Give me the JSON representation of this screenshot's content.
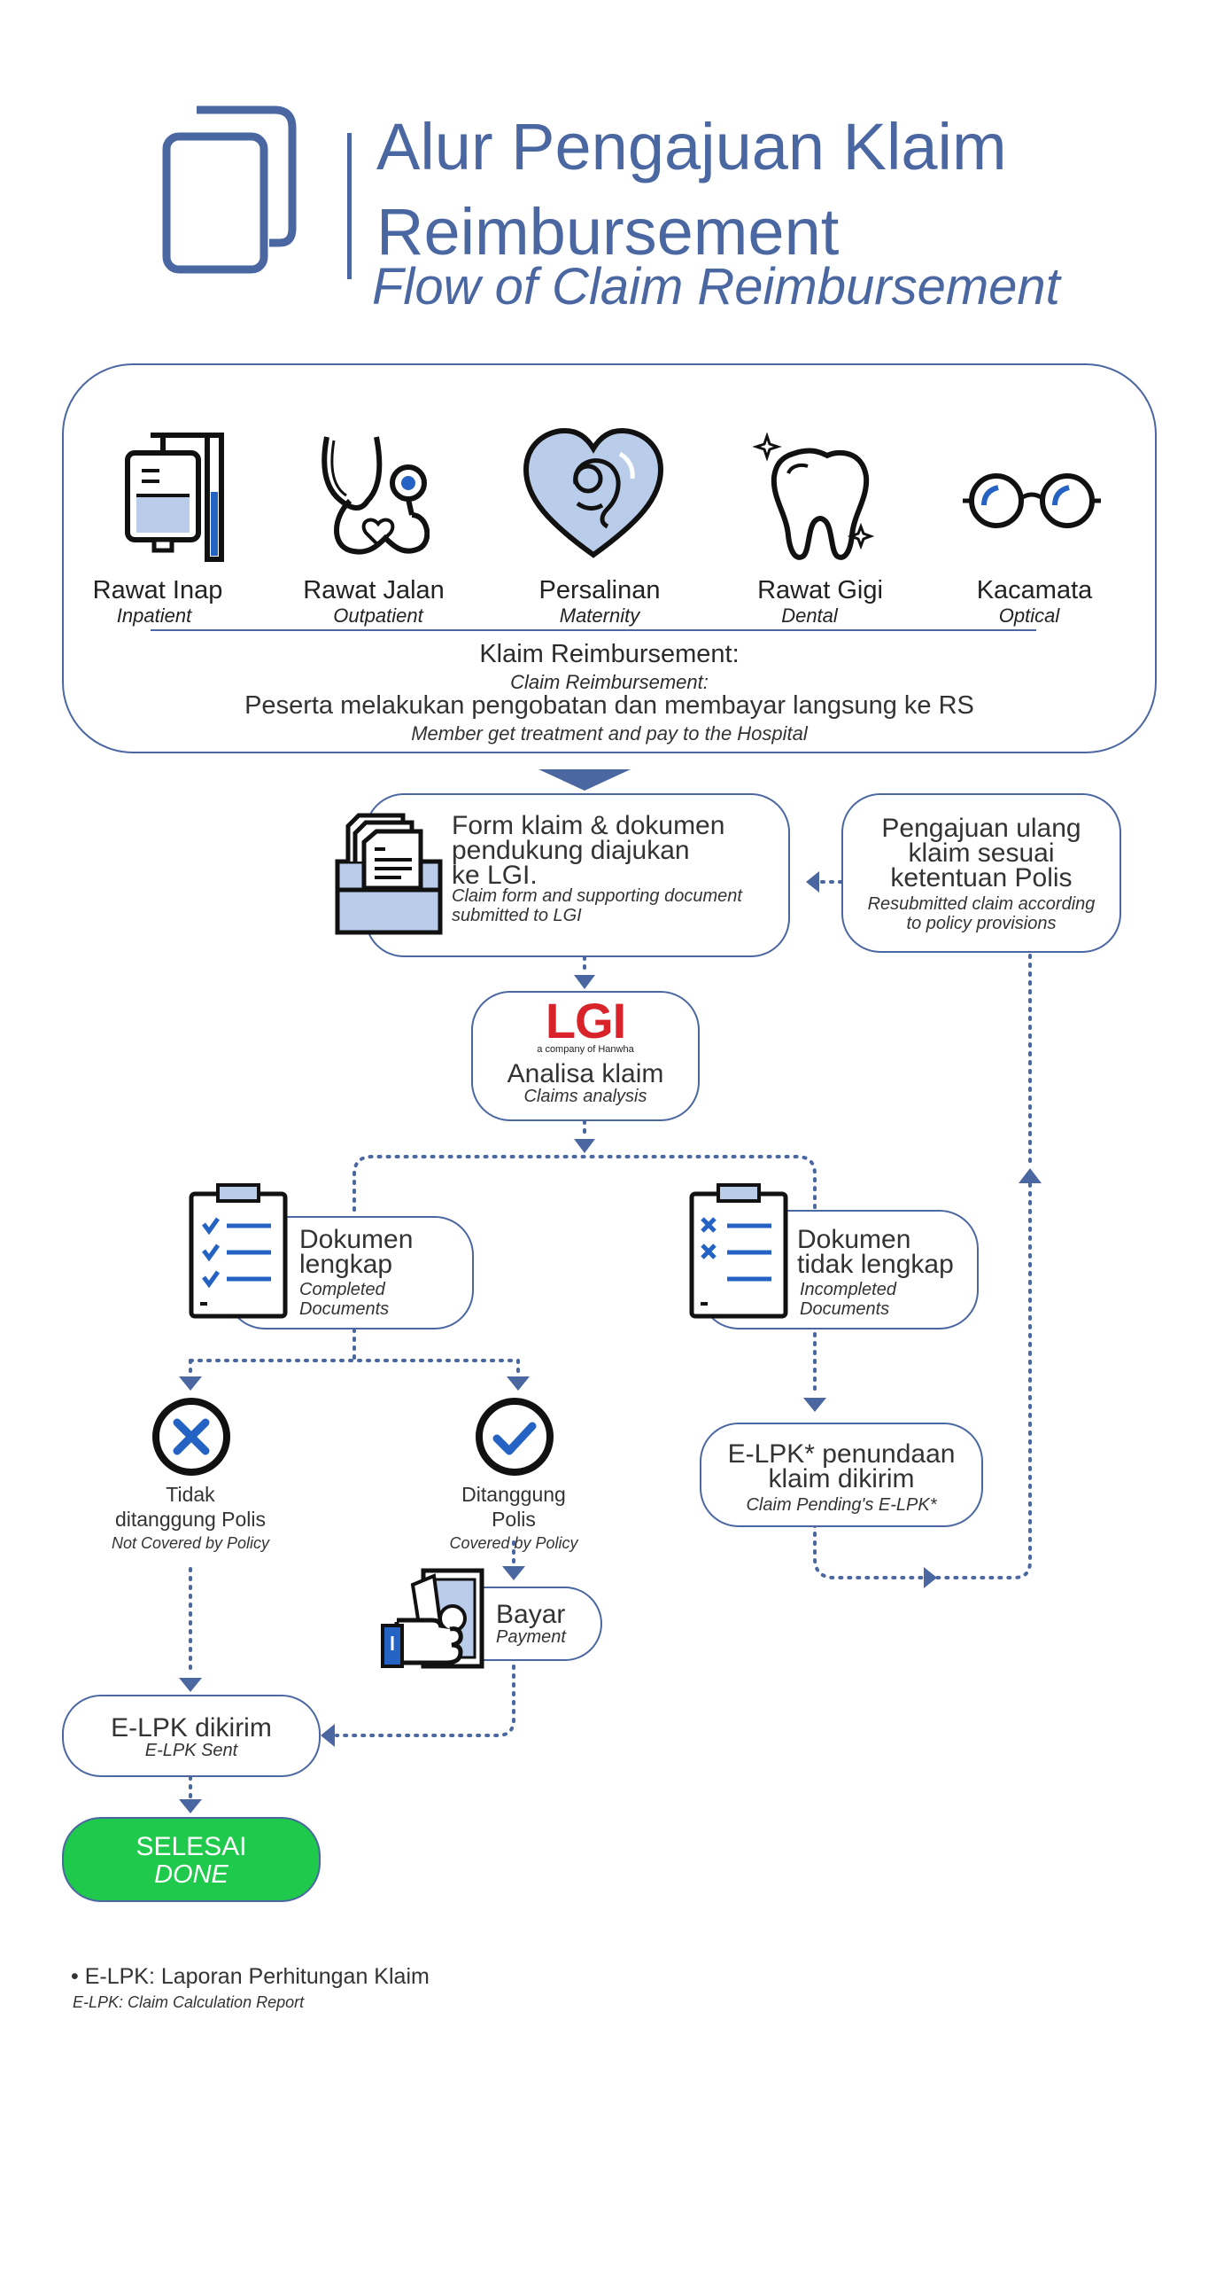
{
  "header": {
    "title_line1": "Alur Pengajuan Klaim",
    "title_line2": "Reimbursement",
    "subtitle": "Flow of Claim Reimbursement",
    "icon": "copy-icon"
  },
  "categories": [
    {
      "label": "Rawat Inap",
      "sub": "Inpatient",
      "icon": "iv-drip-icon"
    },
    {
      "label": "Rawat Jalan",
      "sub": "Outpatient",
      "icon": "stethoscope-icon"
    },
    {
      "label": "Persalinan",
      "sub": "Maternity",
      "icon": "fetus-heart-icon"
    },
    {
      "label": "Rawat Gigi",
      "sub": "Dental",
      "icon": "tooth-icon"
    },
    {
      "label": "Kacamata",
      "sub": "Optical",
      "icon": "glasses-icon"
    }
  ],
  "reimbursement": {
    "title": "Klaim Reimbursement:",
    "title_en": "Claim Reimbursement:",
    "desc": "Peserta melakukan pengobatan dan membayar langsung ke RS",
    "desc_en": "Member get treatment and pay to the Hospital"
  },
  "form": {
    "line1": "Form klaim & dokumen",
    "line2": "pendukung diajukan",
    "line3": "ke LGI.",
    "sub1": "Claim form and supporting document",
    "sub2": "submitted to LGI",
    "icon": "document-folder-icon"
  },
  "resubmit": {
    "line1": "Pengajuan ulang",
    "line2": "klaim sesuai",
    "line3": "ketentuan Polis",
    "sub1": "Resubmitted claim according",
    "sub2": "to policy provisions"
  },
  "analysis": {
    "logo": "LGI",
    "logo_tag": "a company of Hanwha",
    "label": "Analisa klaim",
    "sub": "Claims analysis"
  },
  "complete": {
    "line1": "Dokumen",
    "line2": "lengkap",
    "sub1": "Completed",
    "sub2": "Documents",
    "icon": "checklist-icon"
  },
  "incomplete": {
    "line1": "Dokumen",
    "line2": "tidak lengkap",
    "sub1": "Incompleted",
    "sub2": "Documents",
    "icon": "x-checklist-icon"
  },
  "not_covered": {
    "line1": "Tidak",
    "line2": "ditanggung Polis",
    "sub": "Not Covered by Policy",
    "icon": "x-circle-icon"
  },
  "covered": {
    "line1": "Ditanggung",
    "line2": "Polis",
    "sub": "Covered by Policy",
    "icon": "check-circle-icon"
  },
  "pending": {
    "line1": "E-LPK* penundaan",
    "line2": "klaim dikirim",
    "sub": "Claim Pending's E-LPK*"
  },
  "payment": {
    "label": "Bayar",
    "sub": "Payment",
    "icon": "money-hand-icon"
  },
  "elpk_sent": {
    "label": "E-LPK dikirim",
    "sub": "E-LPK Sent"
  },
  "done": {
    "label": "SELESAI",
    "sub": "DONE"
  },
  "footnote": {
    "line": "• E-LPK: Laporan Perhitungan Klaim",
    "sub": "E-LPK: Claim Calculation Report"
  },
  "colors": {
    "primary": "#4a67a2",
    "accent_blue": "#2463c4",
    "light_blue": "#b9cdea",
    "done_green": "#1fc94b",
    "lgi_red": "#d8232a"
  }
}
